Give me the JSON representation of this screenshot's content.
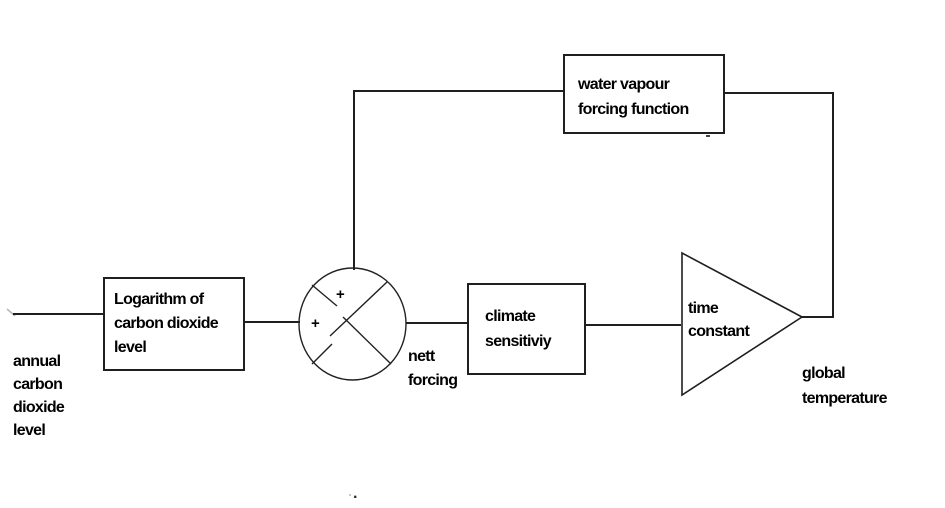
{
  "colors": {
    "background": "#ffffff",
    "line": "#1f1f1f",
    "text": "#000000"
  },
  "blocks": {
    "logarithm": {
      "line1": "Logarithm of",
      "line2": "carbon dioxide",
      "line3": "level"
    },
    "water_vapour": {
      "line1": "water vapour",
      "line2": "forcing function"
    },
    "climate_sensitivity": {
      "line1": "climate",
      "line2": "sensitiviy"
    },
    "gain": {
      "line1": "time",
      "line2": "constant"
    }
  },
  "summing_junction": {
    "sign_top": "+",
    "sign_left": "+"
  },
  "labels": {
    "input": {
      "line1": "annual",
      "line2": "carbon",
      "line3": "dioxide",
      "line4": "level"
    },
    "net_forcing": {
      "line1": "nett",
      "line2": "forcing"
    },
    "output": {
      "line1": "global",
      "line2": "temperature"
    },
    "stray_dot": "."
  }
}
